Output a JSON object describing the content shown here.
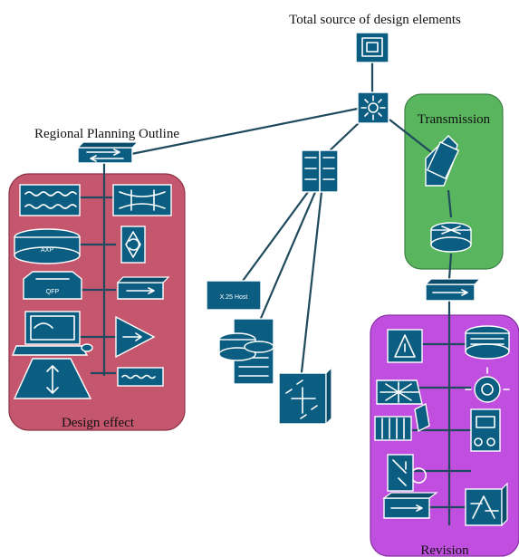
{
  "diagram": {
    "labels": {
      "top": "Total source of design elements",
      "regional": "Regional Planning Outline",
      "transmission": "Transmission",
      "design_effect": "Design effect",
      "revision": "Revision",
      "x25": "X.25 Host",
      "qfp": "QFP",
      "axp": "AXP"
    },
    "groups": {
      "design_effect_color": "#c4566e",
      "transmission_color": "#5ab65e",
      "revision_color": "#c04fe0",
      "device_color": "#0b5e82",
      "wire_color": "#1f4a5e"
    }
  }
}
